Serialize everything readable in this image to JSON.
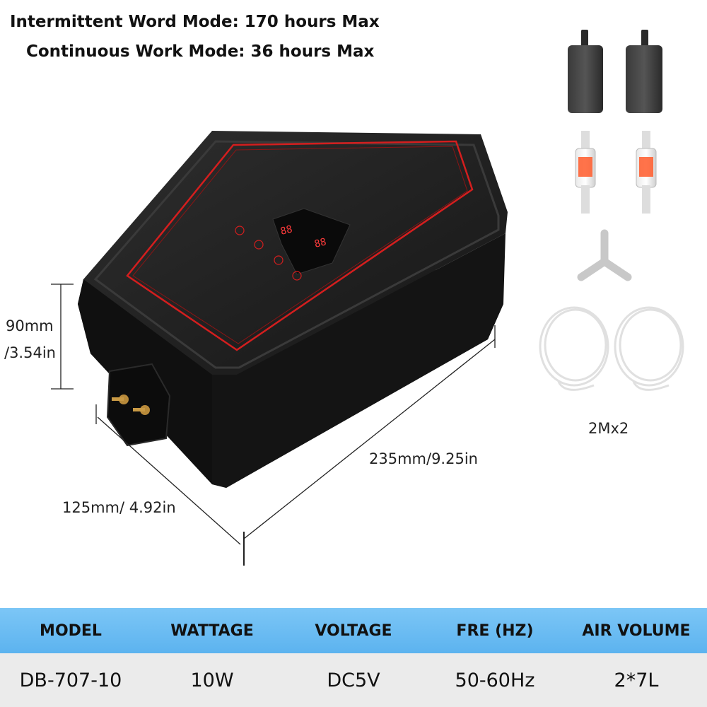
{
  "headlines": {
    "intermittent": "Intermittent Word Mode: 170 hours Max",
    "continuous": "Continuous Work Mode: 36 hours Max"
  },
  "dimensions": {
    "height_mm": "90mm",
    "height_in": "/3.54in",
    "length": "235mm/9.25in",
    "width": "125mm/ 4.92in"
  },
  "accessories": {
    "tube_length": "2Mx2"
  },
  "specs": {
    "headers": [
      "MODEL",
      "WATTAGE",
      "VOLTAGE",
      "FRE (HZ)",
      "AIR VOLUME"
    ],
    "values": [
      "DB-707-10",
      "10W",
      "DC5V",
      "50-60Hz",
      "2*7L"
    ]
  },
  "colors": {
    "table_header": "#5cb3ef",
    "table_row": "#ebebeb",
    "device_body": "#1a1a1a",
    "panel_trim": "#d41e1e",
    "display_digits": "#ff3b3b"
  }
}
